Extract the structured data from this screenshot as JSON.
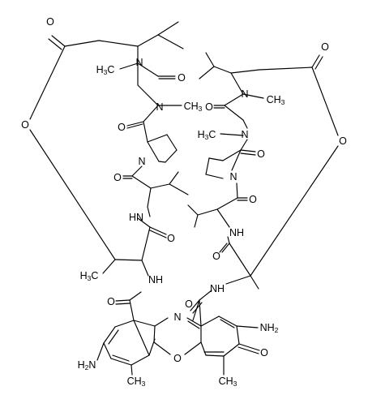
{
  "molecule": {
    "atom_labels": [
      {
        "id": "o-lactone-carbonyl-left",
        "text": "O"
      },
      {
        "id": "o-lactone-ring-left",
        "text": "O"
      },
      {
        "id": "n-methyl-left-1",
        "text": "N",
        "prefix": "H",
        "sub": "3",
        "suffix": "C"
      },
      {
        "id": "o-sarcosine-left",
        "text": "O"
      },
      {
        "id": "n-sarcosine-left",
        "text": "N"
      },
      {
        "id": "o-proline-left-a",
        "text": "O"
      },
      {
        "id": "n-proline-left",
        "text": "N"
      },
      {
        "id": "o-proline-left-b",
        "text": "O"
      },
      {
        "id": "nh-valine-left",
        "text": "HN"
      },
      {
        "id": "o-valine-left",
        "text": "O"
      },
      {
        "id": "nh-threonine-left",
        "text": "NH"
      },
      {
        "id": "o-amide-left",
        "text": "O"
      },
      {
        "id": "o-lactone-carbonyl-right",
        "text": "O"
      },
      {
        "id": "o-lactone-ring-right",
        "text": "O"
      },
      {
        "id": "n-methyl-right-1",
        "text": "N"
      },
      {
        "id": "o-sarcosine-right",
        "text": "O"
      },
      {
        "id": "n-sarcosine-right",
        "text": "N"
      },
      {
        "id": "o-proline-right-a",
        "text": "O"
      },
      {
        "id": "n-proline-right",
        "text": "N"
      },
      {
        "id": "o-proline-right-b",
        "text": "O"
      },
      {
        "id": "nh-valine-right",
        "text": "NH"
      },
      {
        "id": "o-valine-right",
        "text": "O"
      },
      {
        "id": "nh-threonine-right",
        "text": "NH"
      },
      {
        "id": "o-amide-right",
        "text": "O"
      },
      {
        "id": "n-phenoxazine",
        "text": "N"
      },
      {
        "id": "o-phenoxazine",
        "text": "O"
      },
      {
        "id": "o-quinone",
        "text": "O"
      },
      {
        "id": "nh2-right",
        "text": "NH",
        "sub": "2"
      },
      {
        "id": "nh2-left",
        "text": "N",
        "prefix": "H",
        "sub": "2"
      }
    ],
    "methyl_labels": [
      {
        "id": "ch3-n-methyl-left-1",
        "text": "H",
        "sub": "3",
        "suffix": "C"
      },
      {
        "id": "ch3-n-sarcosine-left",
        "text": "CH",
        "sub": "3"
      },
      {
        "id": "ch3-n-methyl-right-1",
        "text": "CH",
        "sub": "3"
      },
      {
        "id": "ch3-n-sarcosine-right",
        "text": "H",
        "sub": "3",
        "suffix": "C"
      },
      {
        "id": "ch3-threonine-left",
        "text": "H",
        "sub": "3",
        "suffix": "C"
      },
      {
        "id": "ch3-ring-left",
        "text": "CH",
        "sub": "3"
      },
      {
        "id": "ch3-ring-right",
        "text": "CH",
        "sub": "3"
      }
    ]
  }
}
